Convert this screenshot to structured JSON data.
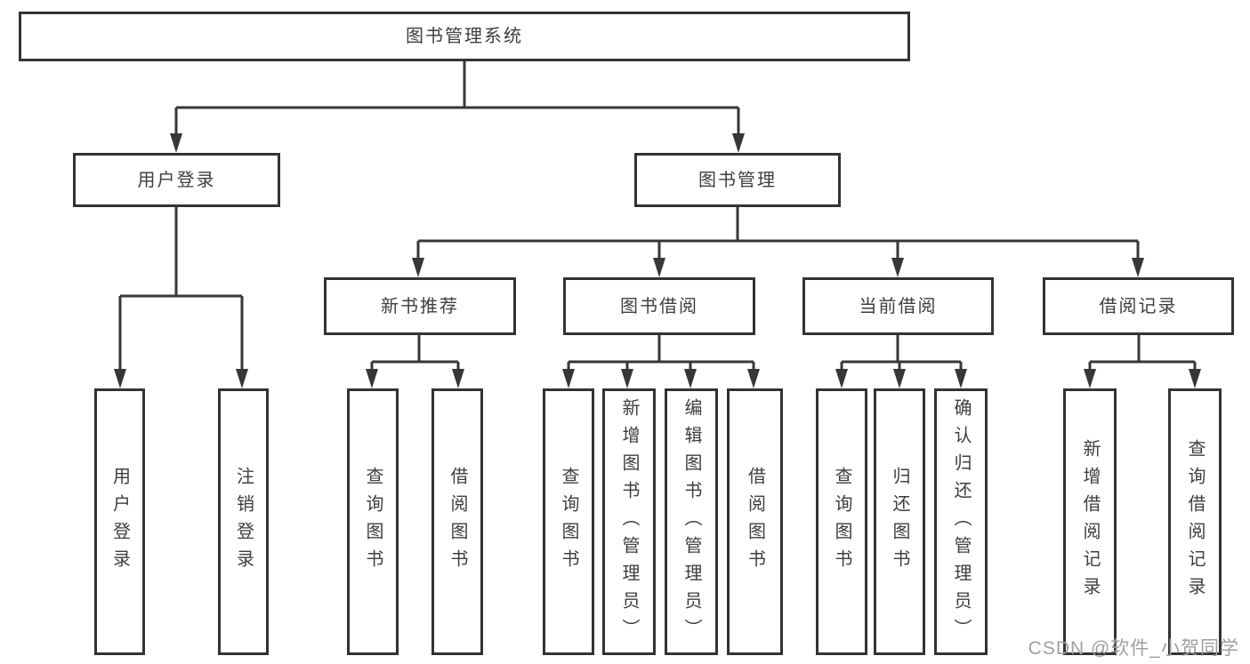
{
  "diagram": {
    "title": "图书管理系统",
    "watermark": "CSDN @软件_小贺同学",
    "colors": {
      "line": "#373737",
      "box_border": "#333333",
      "text": "#3e3e3e",
      "background": "#ffffff",
      "watermark": "#9f9f9f"
    },
    "nodes": {
      "root": "图书管理系统",
      "user_login": "用户登录",
      "book_management": "图书管理",
      "new_book_recommend": "新书推荐",
      "book_borrow": "图书借阅",
      "current_borrow": "当前借阅",
      "borrow_records": "借阅记录",
      "leaf_user_login": "用户登录",
      "leaf_logout": "注销登录",
      "leaf_nb_query_books": "查询图书",
      "leaf_nb_borrow_books": "借阅图书",
      "leaf_bb_query_books": "查询图书",
      "leaf_bb_add_books_admin": "新增图书（管理员）",
      "leaf_bb_edit_books_admin": "编辑图书（管理员）",
      "leaf_bb_borrow_books": "借阅图书",
      "leaf_cb_query_books": "查询图书",
      "leaf_cb_return_books": "归还图书",
      "leaf_cb_confirm_return_admin": "确认归还（管理员）",
      "leaf_br_add_record": "新增借阅记录",
      "leaf_br_query_record": "查询借阅记录"
    }
  }
}
